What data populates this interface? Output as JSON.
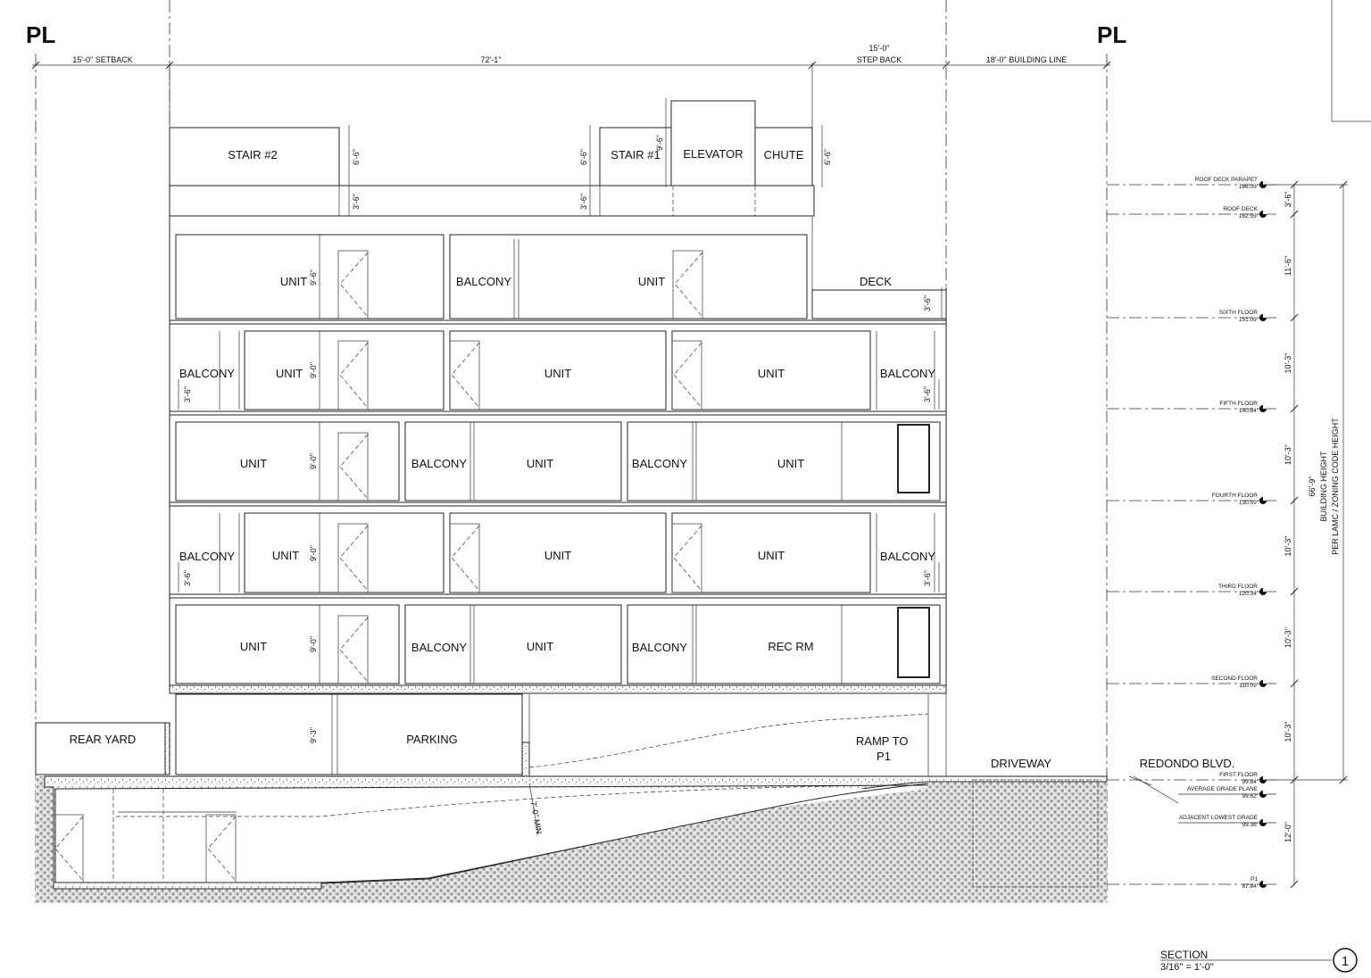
{
  "property_line_marker": "PL",
  "top_dimensions": {
    "setback": "15'-0\" SETBACK",
    "building_length": "72'-1\"",
    "step_back_value": "15'-0\"",
    "step_back_label": "STEP BACK",
    "building_line": "18'-0\" BUILDING LINE"
  },
  "roof": {
    "stair2": "STAIR #2",
    "stair1": "STAIR #1",
    "elevator": "ELEVATOR",
    "chute": "CHUTE",
    "dims": {
      "stair2_h": "6'-6\"",
      "parapet_h": "3'-6\"",
      "stair1_h": "6'-6\"",
      "stair1_parapet": "3'-6\"",
      "elevator_h": "9'-6\"",
      "chute_h": "6'-6\""
    }
  },
  "rooms": {
    "unit": "UNIT",
    "balcony": "BALCONY",
    "deck": "DECK",
    "rec_rm": "REC RM",
    "parking": "PARKING",
    "rear_yard": "REAR YARD",
    "ramp": "RAMP TO\nP1",
    "driveway": "DRIVEWAY",
    "street": "REDONDO BLVD."
  },
  "floor_dims": {
    "sixth": "9'-6\"",
    "typical": "9'-0\"",
    "parking": "9'-3\"",
    "guard": "3'-6\"",
    "ramp_clearance": "7'-0\" MIN."
  },
  "levels": [
    {
      "name": "ROOF DECK PARAPET",
      "elev": "166.09'"
    },
    {
      "name": "ROOF DECK",
      "elev": "162.59'"
    },
    {
      "name": "SIXTH FLOOR",
      "elev": "151.09'"
    },
    {
      "name": "FIFTH FLOOR",
      "elev": "140.84'"
    },
    {
      "name": "FOURTH FLOOR",
      "elev": "130.59'"
    },
    {
      "name": "THIRD FLOOR",
      "elev": "120.34'"
    },
    {
      "name": "SECOND FLOOR",
      "elev": "110.09'"
    },
    {
      "name": "FIRST FLOOR",
      "elev": "99.84'"
    },
    {
      "name": "AVERAGE GRADE PLANE",
      "elev": "99.62'"
    },
    {
      "name": "ADJACENT LOWEST GRADE",
      "elev": "99.38'"
    },
    {
      "name": "P1",
      "elev": "87.84'"
    }
  ],
  "level_dims": [
    "3'-6\"",
    "11'-6\"",
    "10'-3\"",
    "10'-3\"",
    "10'-3\"",
    "10'-3\"",
    "10'-3\"",
    "12'-0\""
  ],
  "building_height": {
    "value": "66'-9\"",
    "line1": "BUILDING HEIGHT",
    "line2": "PER LAMC / ZONING CODE HEIGHT"
  },
  "title_block": {
    "title": "SECTION",
    "scale": "3/16\" = 1'-0\"",
    "number": "1"
  }
}
